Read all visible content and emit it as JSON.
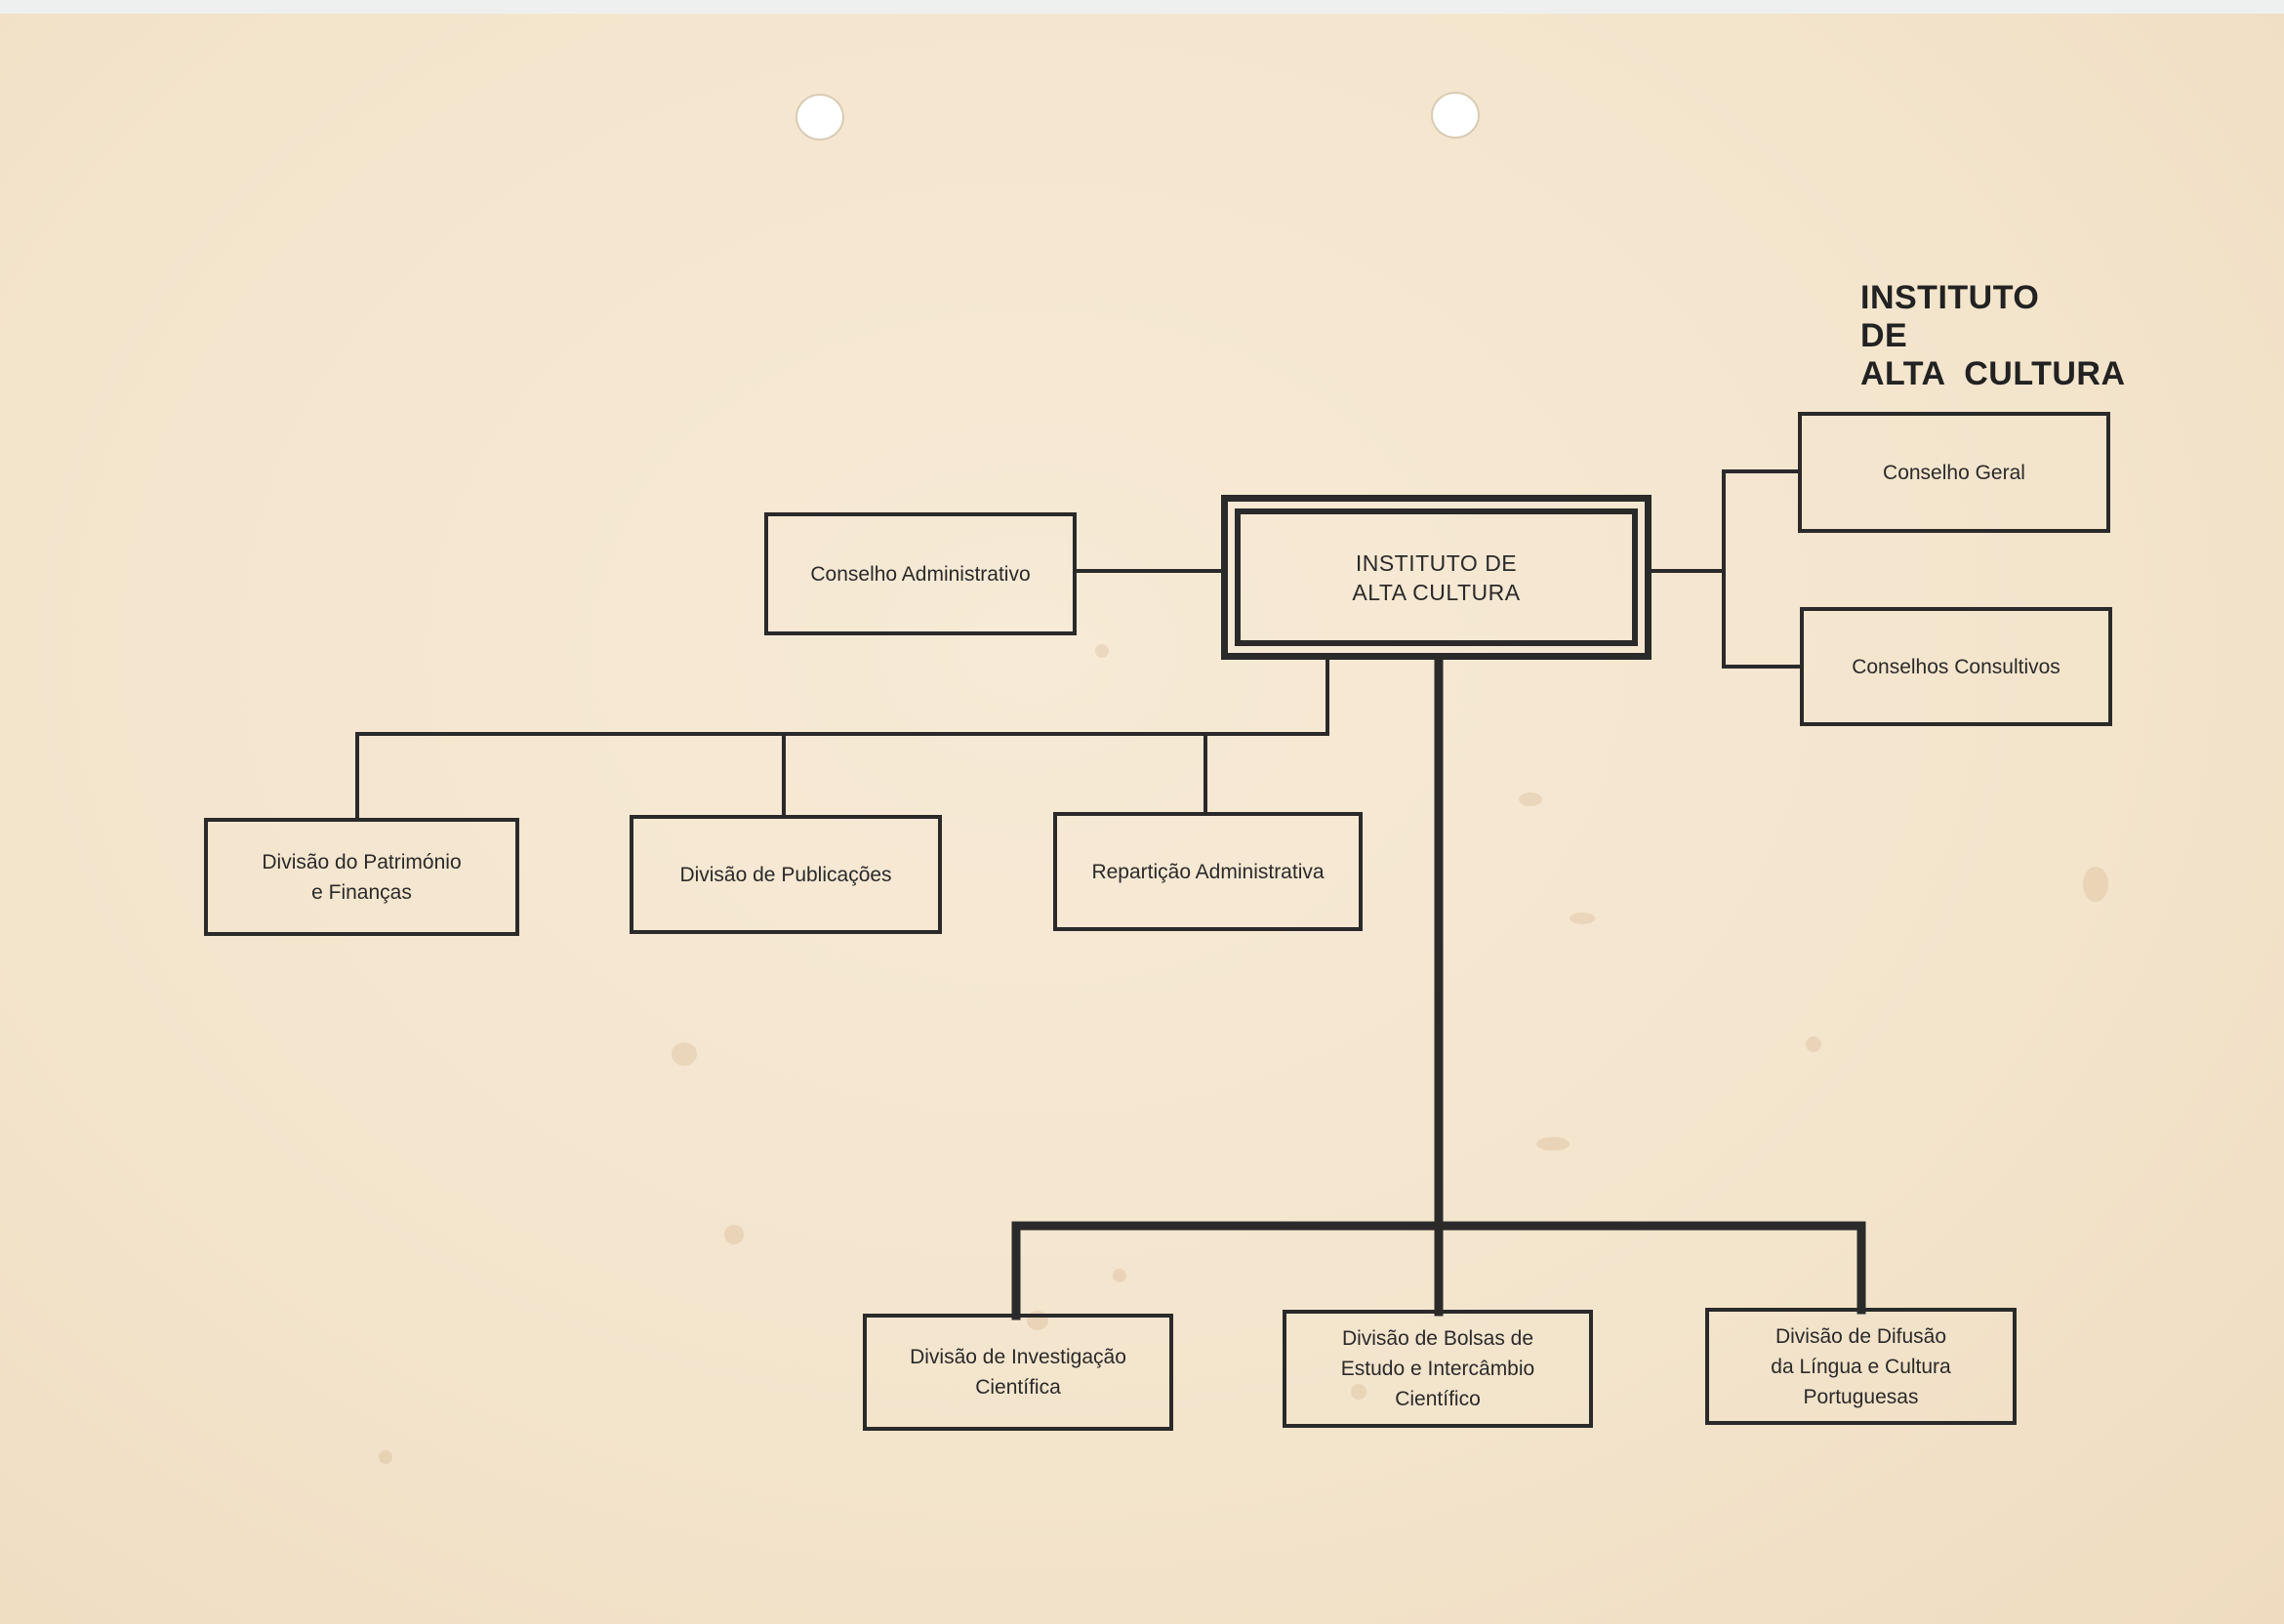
{
  "title": {
    "line1": "INSTITUTO",
    "line2": "DE",
    "line3": "ALTA  CULTURA"
  },
  "root": {
    "label": "INSTITUTO DE\nALTA CULTURA"
  },
  "councils": {
    "administrativo": "Conselho Administrativo",
    "geral": "Conselho Geral",
    "consultivos": "Conselhos Consultivos"
  },
  "services": {
    "patrimonio": "Divisão do Património\ne Finanças",
    "publicacoes": "Divisão de Publicações",
    "reparticao": "Repartição Administrativa"
  },
  "divisions": {
    "investigacao": "Divisão de Investigação\nCientífica",
    "bolsas": "Divisão de Bolsas de\nEstudo e Intercâmbio\nCientífico",
    "difusao": "Divisão de Difusão\nda Língua e Cultura\nPortuguesas"
  },
  "colors": {
    "paper": "#f4e6cf",
    "ink": "#2a2a2a"
  }
}
